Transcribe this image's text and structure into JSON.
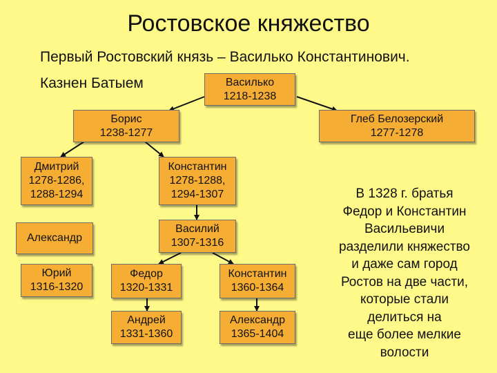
{
  "title": "Ростовское княжество",
  "intro": {
    "line1": "Первый Ростовский князь – Василько Константинович.",
    "line2": "Казнен Батыем"
  },
  "nodes": {
    "vasilko": {
      "name": "Василько",
      "years": "1218-1238"
    },
    "boris": {
      "name": "Борис",
      "years": "1238-1277"
    },
    "gleb": {
      "name": "Глеб Белозерский",
      "years": "1277-1278"
    },
    "dmitry": {
      "name": "Дмитрий",
      "years1": "1278-1286,",
      "years2": "1288-1294"
    },
    "konstantin1": {
      "name": "Константин",
      "years1": "1278-1288,",
      "years2": "1294-1307"
    },
    "alexander1": {
      "name": "Александр"
    },
    "vasily": {
      "name": "Василий",
      "years": "1307-1316"
    },
    "yury": {
      "name": "Юрий",
      "years": "1316-1320"
    },
    "fedor": {
      "name": "Федор",
      "years": "1320-1331"
    },
    "konstantin2": {
      "name": "Константин",
      "years": "1360-1364"
    },
    "andrey": {
      "name": "Андрей",
      "years": "1331-1360"
    },
    "alexander2": {
      "name": "Александр",
      "years": "1365-1404"
    }
  },
  "note": {
    "lines": [
      "В 1328 г. братья",
      "Федор и Константин",
      "Васильевичи",
      "разделили княжество",
      "и даже сам город",
      "Ростов на две части,",
      "которые стали",
      "делиться на",
      "еще более мелкие",
      "волости"
    ]
  },
  "colors": {
    "background": "#FFF98A",
    "box": "#F6AD33",
    "border": "#6B6B6B"
  }
}
